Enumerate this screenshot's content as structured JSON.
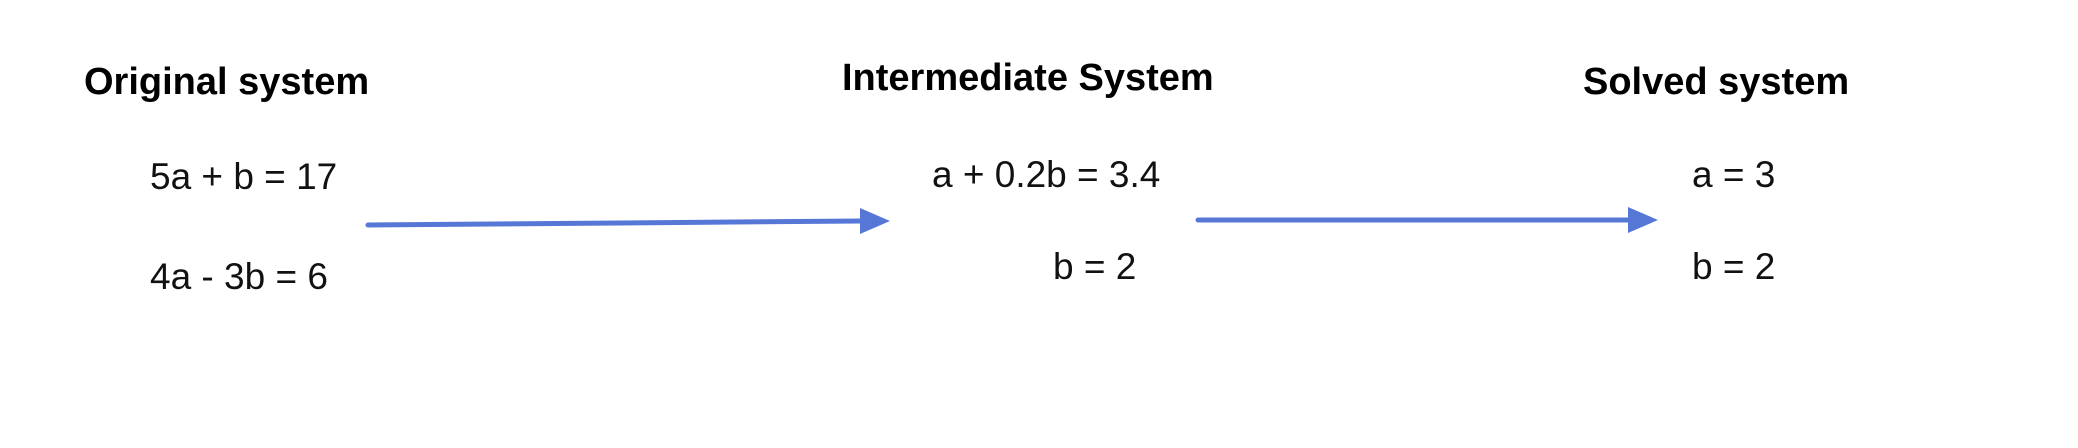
{
  "original": {
    "title": "Original system",
    "equations": [
      "5a + b = 17",
      "4a - 3b = 6"
    ]
  },
  "intermediate": {
    "title": "Intermediate System",
    "equations": [
      "a + 0.2b = 3.4",
      "b = 2"
    ]
  },
  "solved": {
    "title": "Solved system",
    "equations": [
      "a = 3",
      "b = 2"
    ]
  },
  "colors": {
    "arrow": "#5677d6",
    "text": "#111111"
  }
}
